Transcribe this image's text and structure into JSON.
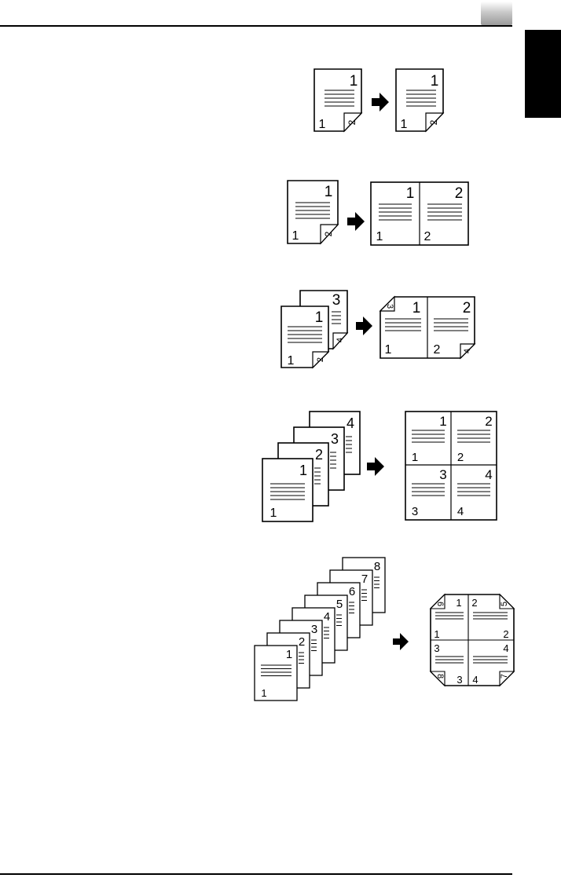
{
  "icons": {
    "arrow": "right-arrow-icon",
    "page": "document-page-icon",
    "folded_corner": "folded-corner-icon"
  },
  "colors": {
    "ink": "#000000",
    "paper": "#ffffff",
    "header_tab": "#b8b8b8",
    "side_tab": "#000000"
  },
  "figures": [
    {
      "id": "fig-1",
      "originals": [
        {
          "top": "1",
          "bottom": "1",
          "corner": "2"
        }
      ],
      "result": [
        {
          "top": "1",
          "bottom": "1",
          "corner": "2"
        }
      ]
    },
    {
      "id": "fig-2",
      "originals": [
        {
          "top": "1",
          "bottom": "1",
          "corner": "2"
        }
      ],
      "result": {
        "left_top": "1",
        "left_bottom": "1",
        "right_top": "2",
        "right_bottom": "2"
      }
    },
    {
      "id": "fig-3",
      "originals": [
        {
          "top": "3",
          "corner": "4"
        },
        {
          "top": "1",
          "bottom": "1",
          "corner": "2"
        }
      ],
      "result": {
        "left_top": "1",
        "left_bottom": "1",
        "right_top": "2",
        "right_bottom": "2",
        "corner_left": "3",
        "corner_right": "4"
      }
    },
    {
      "id": "fig-4",
      "originals": [
        "4",
        "3",
        "2",
        "1"
      ],
      "original_bottom": "1",
      "result": {
        "cells": [
          {
            "top": "1",
            "bottom": "1"
          },
          {
            "top": "2",
            "bottom": "2"
          },
          {
            "top": "3",
            "bottom": "3"
          },
          {
            "top": "4",
            "bottom": "4"
          }
        ]
      }
    },
    {
      "id": "fig-5",
      "originals": [
        "8",
        "7",
        "6",
        "5",
        "4",
        "3",
        "2",
        "1"
      ],
      "original_bottom": "1",
      "result": {
        "cells": [
          {
            "top": "1",
            "bottom": "1"
          },
          {
            "top": "2",
            "bottom": "2"
          },
          {
            "top": "3",
            "bottom": "3"
          },
          {
            "top": "4",
            "bottom": "4"
          }
        ],
        "corners": {
          "top_left": "6",
          "top_right": "5",
          "bottom_left": "8",
          "bottom_right": "7"
        }
      }
    }
  ]
}
